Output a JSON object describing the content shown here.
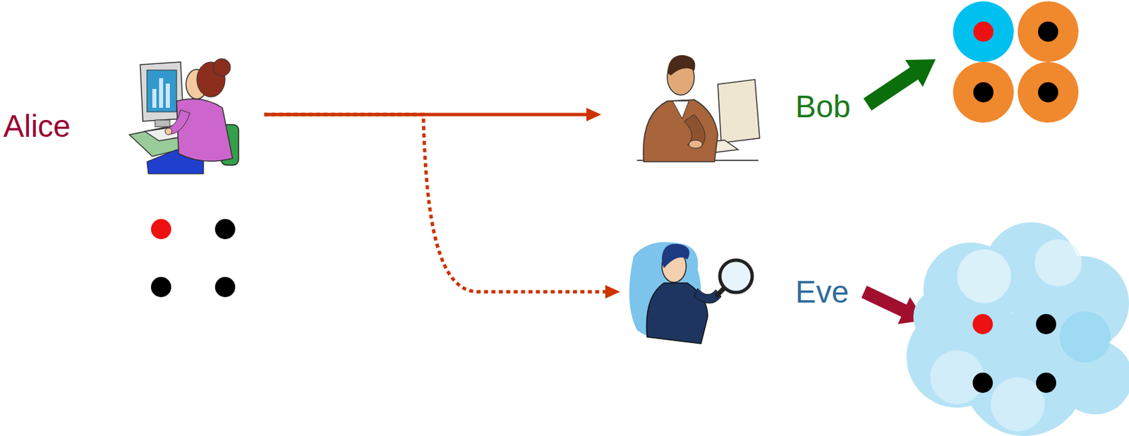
{
  "diagram": {
    "nodes": [
      {
        "text": [
          "Alice"
        ]
      },
      {
        "text": [
          "Bob"
        ]
      },
      {
        "text": [
          "Eve"
        ]
      }
    ],
    "edges": [
      {
        "from": 0,
        "to": 1,
        "arrow": "to"
      },
      {
        "from": 0,
        "to": 2,
        "arrow": "to"
      }
    ]
  }
}
